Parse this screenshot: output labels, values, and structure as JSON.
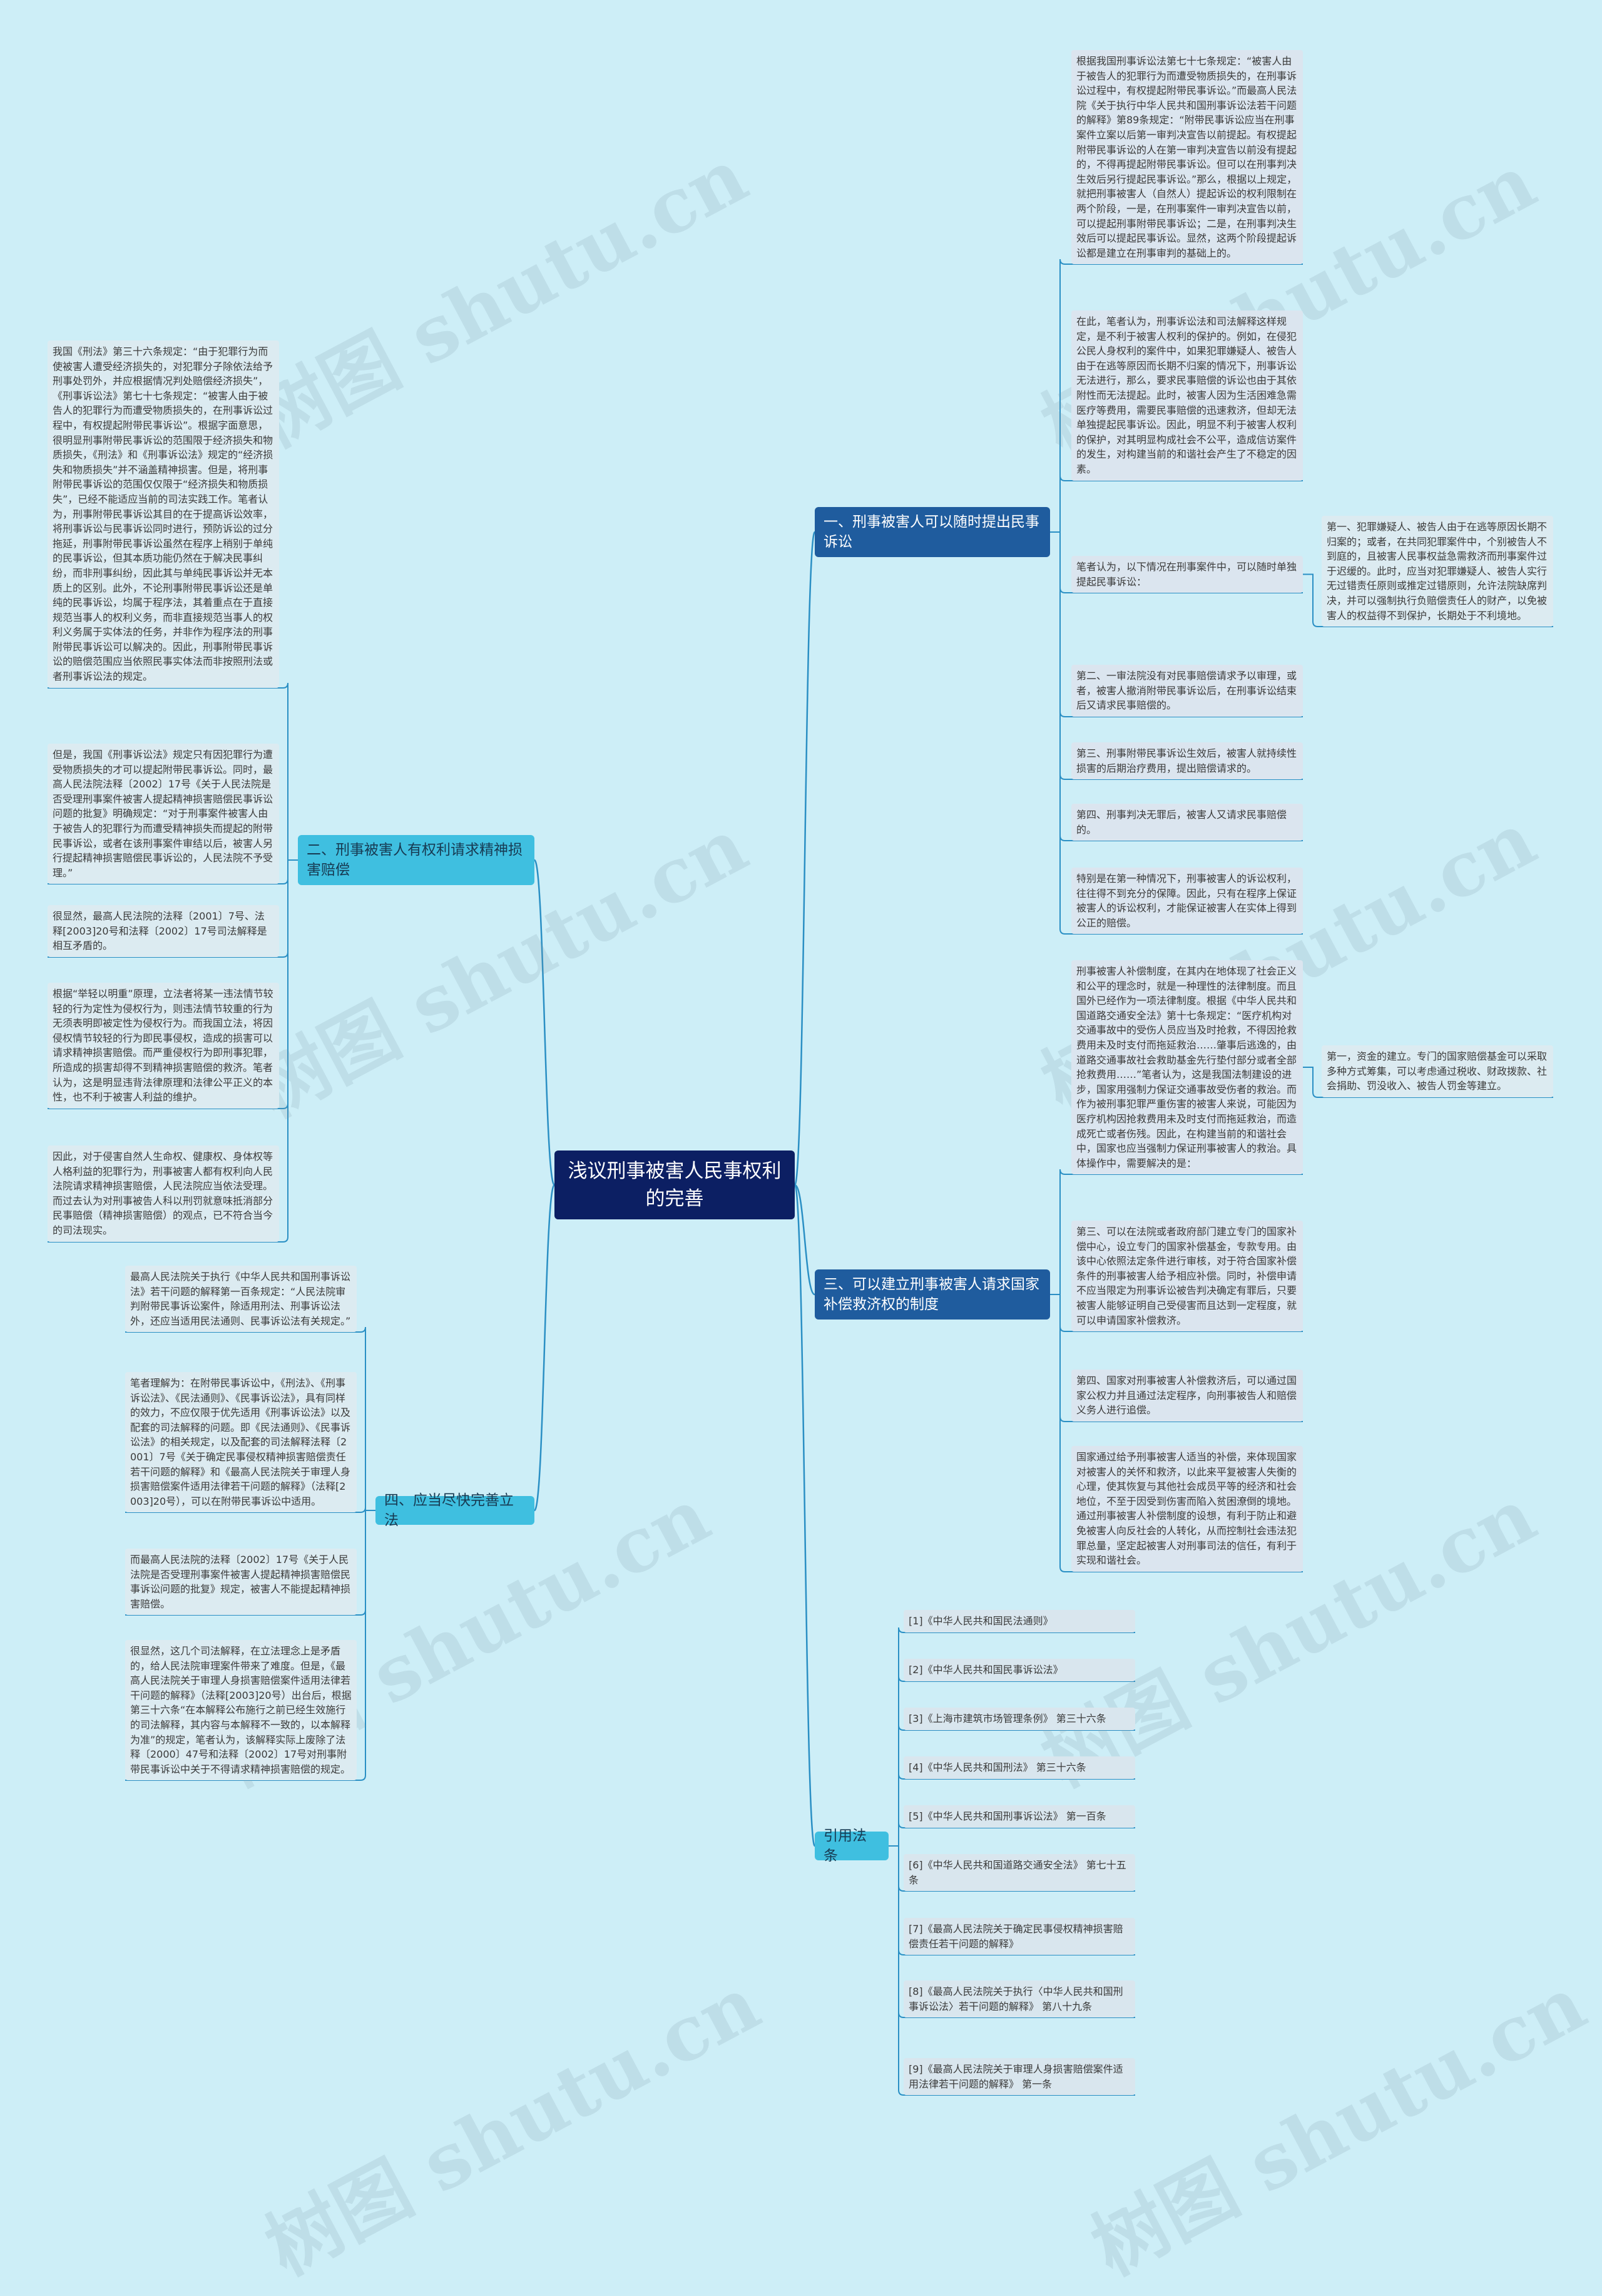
{
  "title": "浅议刑事被害人民事权利的完善",
  "colors": {
    "background": "#cdeef7",
    "root": "#0c1f63",
    "branch_dark": "#1f5c9e",
    "branch_light": "#3fbfe0",
    "leaf": "#dbe5ef",
    "line": "#2a8fc4"
  },
  "watermark": "树图 shutu.cn",
  "branches": {
    "b1": "一、刑事被害人可以随时提出民事诉讼",
    "b2": "二、刑事被害人有权利请求精神损害赔偿",
    "b3": "三、可以建立刑事被害人请求国家补偿救济权的制度",
    "b4": "四、应当尽快完善立法",
    "b5": "引用法条"
  },
  "b1": {
    "n1": "根据我国刑事诉讼法第七十七条规定：“被害人由于被告人的犯罪行为而遭受物质损失的，在刑事诉讼过程中，有权提起附带民事诉讼。”而最高人民法院《关于执行中华人民共和国刑事诉讼法若干问题的解释》第89条规定：“附带民事诉讼应当在刑事案件立案以后第一审判决宣告以前提起。有权提起附带民事诉讼的人在第一审判决宣告以前没有提起的，不得再提起附带民事诉讼。但可以在刑事判决生效后另行提起民事诉讼。”那么，根据以上规定，就把刑事被害人（自然人）提起诉讼的权利限制在两个阶段，一是，在刑事案件一审判决宣告以前，可以提起刑事附带民事诉讼；二是，在刑事判决生效后可以提起民事诉讼。显然，这两个阶段提起诉讼都是建立在刑事审判的基础上的。",
    "n2": "在此，笔者认为，刑事诉讼法和司法解释这样规定，是不利于被害人权利的保护的。例如，在侵犯公民人身权利的案件中，如果犯罪嫌疑人、被告人由于在逃等原因而长期不归案的情况下，刑事诉讼无法进行，那么，要求民事赔偿的诉讼也由于其依附性而无法提起。此时，被害人因为生活困难急需医疗等费用，需要民事赔偿的迅速救济，但却无法单独提起民事诉讼。因此，明显不利于被害人权利的保护，对其明显构成社会不公平，造成信访案件的发生，对构建当前的和谐社会产生了不稳定的因素。",
    "n3": "笔者认为，以下情况在刑事案件中，可以随时单独提起民事诉讼：",
    "n3a": "第一、犯罪嫌疑人、被告人由于在逃等原因长期不归案的；或者，在共同犯罪案件中，个别被告人不到庭的，且被害人民事权益急需救济而刑事案件过于迟缓的。此时，应当对犯罪嫌疑人、被告人实行无过错责任原则或推定过错原则，允许法院缺席判决，并可以强制执行负赔偿责任人的财产，以免被害人的权益得不到保护，长期处于不利境地。",
    "n4": "第二、一审法院没有对民事赔偿请求予以审理，或者，被害人撤消附带民事诉讼后，在刑事诉讼结束后又请求民事赔偿的。",
    "n5": "第三、刑事附带民事诉讼生效后，被害人就持续性损害的后期治疗费用，提出赔偿请求的。",
    "n6": "第四、刑事判决无罪后，被害人又请求民事赔偿的。",
    "n7": "特别是在第一种情况下，刑事被害人的诉讼权利，往往得不到充分的保障。因此，只有在程序上保证被害人的诉讼权利，才能保证被害人在实体上得到公正的赔偿。"
  },
  "b3": {
    "n1": "刑事被害人补偿制度，在其内在地体现了社会正义和公平的理念时，就是一种理性的法律制度。而且国外已经作为一项法律制度。根据《中华人民共和国道路交通安全法》第十七条规定：“医疗机构对交通事故中的受伤人员应当及时抢救，不得因抢救费用未及时支付而拖延救治……肇事后逃逸的，由道路交通事故社会救助基金先行垫付部分或者全部抢救费用……”笔者认为，这是我国法制建设的进步，国家用强制力保证交通事故受伤者的救治。而作为被刑事犯罪严重伤害的被害人来说，可能因为医疗机构因抢救费用未及时支付而拖延救治，而造成死亡或者伤残。因此，在构建当前的和谐社会中，国家也应当强制力保证刑事被害人的救治。具体操作中，需要解决的是：",
    "n1a": "第一，资金的建立。专门的国家赔偿基金可以采取多种方式筹集，可以考虑通过税收、财政拨款、社会捐助、罚没收入、被告人罚金等建立。",
    "n2": "第三、可以在法院或者政府部门建立专门的国家补偿中心，设立专门的国家补偿基金，专款专用。由该中心依照法定条件进行审核，对于符合国家补偿条件的刑事被害人给予相应补偿。同时，补偿申请不应当限定为刑事诉讼被告判决确定有罪后，只要被害人能够证明自己受侵害而且达到一定程度，就可以申请国家补偿救济。",
    "n3": "第四、国家对刑事被害人补偿救济后，可以通过国家公权力并且通过法定程序，向刑事被告人和赔偿义务人进行追偿。",
    "n4": "国家通过给予刑事被害人适当的补偿，来体现国家对被害人的关怀和救济，以此来平复被害人失衡的心理，使其恢复与其他社会成员平等的经济和社会地位，不至于因受到伤害而陷入贫困潦倒的境地。通过刑事被害人补偿制度的设想，有利于防止和避免被害人向反社会的人转化，从而控制社会违法犯罪总量，坚定起被害人对刑事司法的信任，有利于实现和谐社会。"
  },
  "b2": {
    "n1": "我国《刑法》第三十六条规定：“由于犯罪行为而使被害人遭受经济损失的，对犯罪分子除依法给予刑事处罚外，并应根据情况判处赔偿经济损失”，《刑事诉讼法》第七十七条规定：“被害人由于被告人的犯罪行为而遭受物质损失的，在刑事诉讼过程中，有权提起附带民事诉讼”。根据字面意思，很明显刑事附带民事诉讼的范围限于经济损失和物质损失，《刑法》和《刑事诉讼法》规定的“经济损失和物质损失”并不涵盖精神损害。但是，将刑事附带民事诉讼的范围仅仅限于“经济损失和物质损失”，已经不能适应当前的司法实践工作。笔者认为，刑事附带民事诉讼其目的在于提高诉讼效率，将刑事诉讼与民事诉讼同时进行，预防诉讼的过分拖延，刑事附带民事诉讼虽然在程序上稍别于单纯的民事诉讼，但其本质功能仍然在于解决民事纠纷，而非刑事纠纷，因此其与单纯民事诉讼并无本质上的区别。此外，不论刑事附带民事诉讼还是单纯的民事诉讼，均属于程序法，其着重点在于直接规范当事人的权利义务，而非直接规范当事人的权利义务属于实体法的任务，并非作为程序法的刑事附带民事诉讼可以解决的。因此，刑事附带民事诉讼的赔偿范围应当依照民事实体法而非按照刑法或者刑事诉讼法的规定。",
    "n2": "但是，我国《刑事诉讼法》规定只有因犯罪行为遭受物质损失的才可以提起附带民事诉讼。同时，最高人民法院法释〔2002〕17号《关于人民法院是否受理刑事案件被害人提起精神损害赔偿民事诉讼问题的批复》明确规定：“对于刑事案件被害人由于被告人的犯罪行为而遭受精神损失而提起的附带民事诉讼，或者在该刑事案件审结以后，被害人另行提起精神损害赔偿民事诉讼的，人民法院不予受理。”",
    "n3": "很显然，最高人民法院的法释〔2001〕7号、法释[2003]20号和法释〔2002〕17号司法解释是相互矛盾的。",
    "n4": "根据“举轻以明重”原理，立法者将某一违法情节较轻的行为定性为侵权行为，则违法情节较重的行为无须表明即被定性为侵权行为。而我国立法，将因侵权情节较轻的行为即民事侵权，造成的损害可以请求精神损害赔偿。而严重侵权行为即刑事犯罪，所造成的损害却得不到精神损害赔偿的救济。笔者认为，这是明显违背法律原理和法律公平正义的本性，也不利于被害人利益的维护。",
    "n5": "因此，对于侵害自然人生命权、健康权、身体权等人格利益的犯罪行为，刑事被害人都有权利向人民法院请求精神损害赔偿，人民法院应当依法受理。而过去认为对刑事被告人科以刑罚就意味抵消部分民事赔偿（精神损害赔偿）的观点，已不符合当今的司法现实。"
  },
  "b4": {
    "n1": "最高人民法院关于执行《中华人民共和国刑事诉讼法》若干问题的解释第一百条规定：“人民法院审判附带民事诉讼案件，除适用刑法、刑事诉讼法外，还应当适用民法通则、民事诉讼法有关规定。”",
    "n2": "笔者理解为：在附带民事诉讼中，《刑法》、《刑事诉讼法》、《民法通则》、《民事诉讼法》，具有同样的效力，不应仅限于优先适用《刑事诉讼法》以及配套的司法解释的问题。即《民法通则》、《民事诉讼法》的相关规定，以及配套的司法解释法释〔2001〕7号《关于确定民事侵权精神损害赔偿责任若干问题的解释》和《最高人民法院关于审理人身损害赔偿案件适用法律若干问题的解释》（法释[2003]20号），可以在附带民事诉讼中适用。",
    "n3": "而最高人民法院的法释〔2002〕17号《关于人民法院是否受理刑事案件被害人提起精神损害赔偿民事诉讼问题的批复》规定，被害人不能提起精神损害赔偿。",
    "n4": "很显然，这几个司法解释，在立法理念上是矛盾的，给人民法院审理案件带来了难度。但是，《最高人民法院关于审理人身损害赔偿案件适用法律若干问题的解释》（法释[2003]20号）出台后，根据第三十六条“在本解释公布施行之前已经生效施行的司法解释，其内容与本解释不一致的，以本解释为准”的规定，笔者认为，该解释实际上废除了法释〔2000〕47号和法释〔2002〕17号对刑事附带民事诉讼中关于不得请求精神损害赔偿的规定。"
  },
  "refs": [
    "[1]《中华人民共和国民法通则》",
    "[2]《中华人民共和国民事诉讼法》",
    "[3]《上海市建筑市场管理条例》 第三十六条",
    "[4]《中华人民共和国刑法》 第三十六条",
    "[5]《中华人民共和国刑事诉讼法》 第一百条",
    "[6]《中华人民共和国道路交通安全法》 第七十五条",
    "[7]《最高人民法院关于确定民事侵权精神损害赔偿责任若干问题的解释》",
    "[8]《最高人民法院关于执行〈中华人民共和国刑事诉讼法〉若干问题的解释》 第八十九条",
    "[9]《最高人民法院关于审理人身损害赔偿案件适用法律若干问题的解释》 第一条"
  ]
}
